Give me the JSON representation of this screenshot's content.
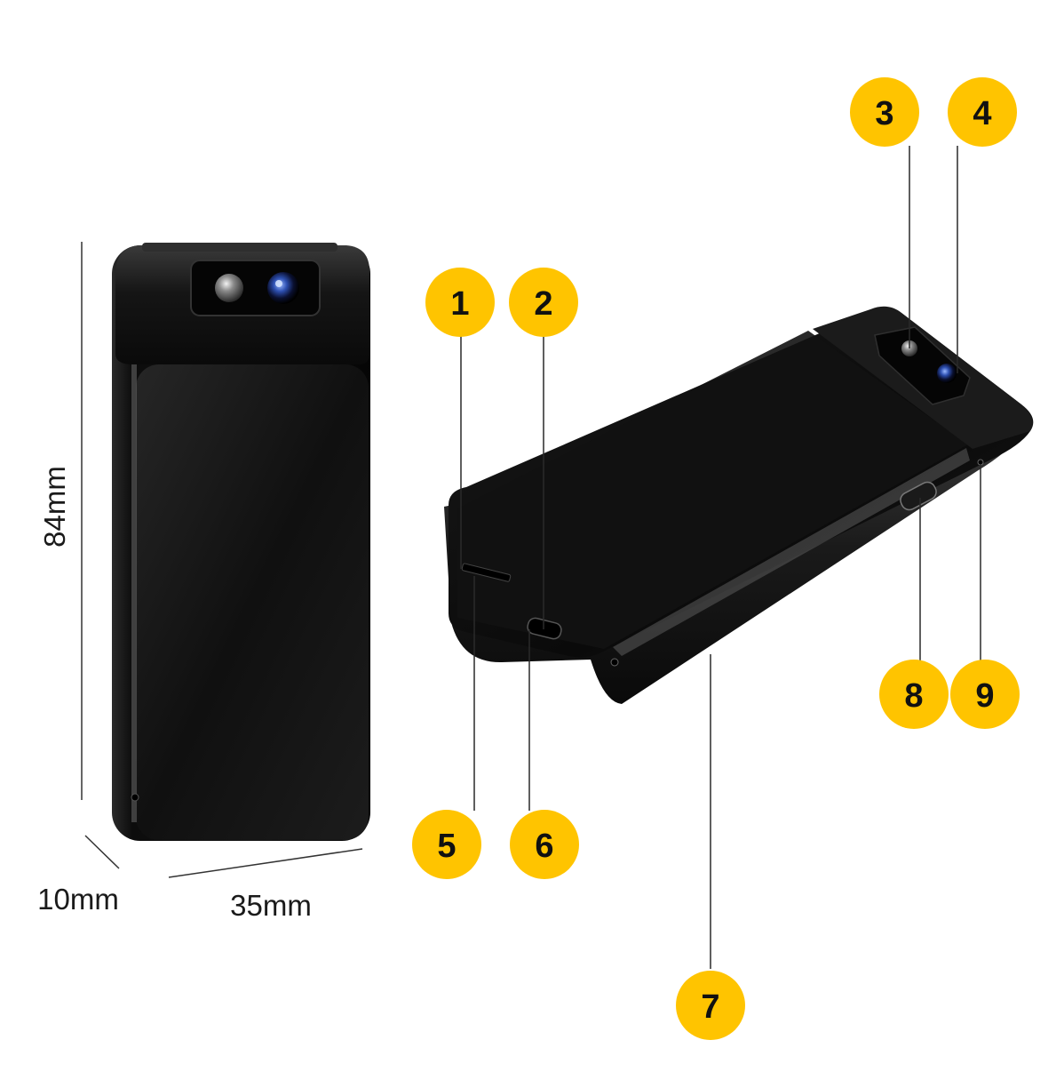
{
  "dimensions": {
    "height_label": "84mm",
    "depth_label": "10mm",
    "width_label": "35mm"
  },
  "callouts": [
    "1",
    "2",
    "3",
    "4",
    "5",
    "6",
    "7",
    "8",
    "9"
  ],
  "colors": {
    "callout_fill": "#FFC400",
    "device_body": "#0d0d0d",
    "device_edge": "#3a3a3a",
    "leader_line": "#2a2a2a",
    "dimension_line": "#333333"
  }
}
